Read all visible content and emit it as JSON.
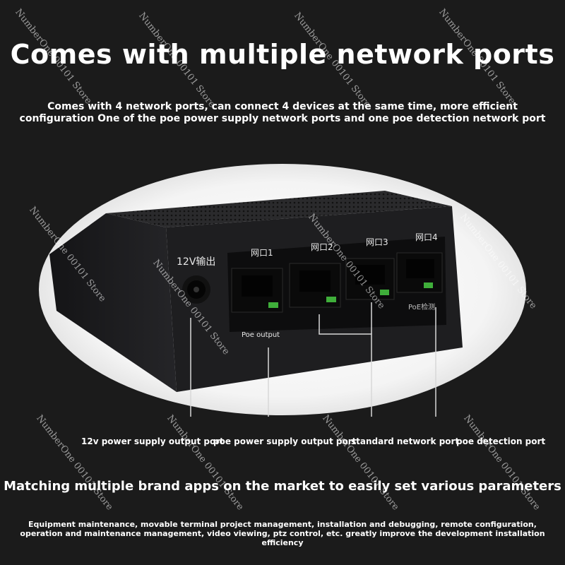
{
  "title": "Comes with multiple network ports",
  "subtitle": "Comes with 4 network ports, can connect 4 devices at the same time, more efficient configuration One of the poe power supply network ports and one poe detection network port",
  "device": {
    "dc_label": "12V输出",
    "ports": [
      "网口1",
      "网口2",
      "网口3",
      "网口4"
    ],
    "poe_output_label": "Poe output",
    "poe_detect_label": "PoE检测"
  },
  "port_labels": [
    "12v power supply output port",
    "poe power supply output port",
    "standard network port",
    "poe detection port"
  ],
  "heading2": "Matching multiple brand apps on the market to easily set various parameters",
  "description": "Equipment maintenance, movable terminal project management, installation and debugging, remote configuration, operation and maintenance management, video viewing, ptz control, etc. greatly improve the development installation efficiency",
  "watermark": "NumberOne 00101 Store",
  "colors": {
    "background": "#1b1b1b",
    "device": "#1e1e20",
    "led": "#3fae3a"
  }
}
